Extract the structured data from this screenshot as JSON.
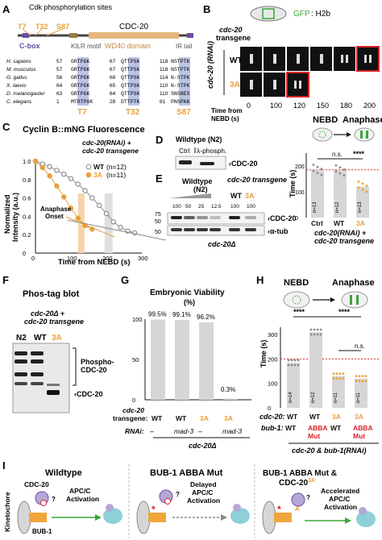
{
  "colors": {
    "orange": "#e8a03c",
    "gray": "#8c8c8c",
    "green": "#3aa63a",
    "red": "#d8232a",
    "purple": "#6a4fa3",
    "blue_box": "#9ea9d8"
  },
  "panelA": {
    "label": "A",
    "title": "Cdk phosphorylation sites",
    "sites": [
      "T7",
      "T32",
      "S87"
    ],
    "protein": "CDC-20",
    "domains": [
      "C-box",
      "KILR motif",
      "WD40 domain",
      "IR tail"
    ],
    "species": [
      "H. sapiens",
      "M. musculus",
      "G. gallus",
      "X. laevis",
      "D. melanogaster",
      "C. elegans"
    ],
    "align_T7": [
      [
        "57",
        "GRTPGK"
      ],
      [
        "57",
        "GRTPGK"
      ],
      [
        "56",
        "GRTPGK"
      ],
      [
        "64",
        "GRTPGK"
      ],
      [
        "63",
        "GRTPGK"
      ],
      [
        "1",
        "MTRTPGK"
      ]
    ],
    "align_T32": [
      [
        "67",
        "QTTPSK"
      ],
      [
        "67",
        "QTTPSK"
      ],
      [
        "68",
        "QTTPSK"
      ],
      [
        "65",
        "QTTPSK"
      ],
      [
        "64",
        "QTTPSK"
      ],
      [
        "28",
        "DTTPTK"
      ]
    ],
    "align_S87": [
      [
        "118",
        "NSTPTK"
      ],
      [
        "118",
        "NSTPTK"
      ],
      [
        "114",
        "N-STPK"
      ],
      [
        "110",
        "N-STPK"
      ],
      [
        "110",
        "SNSNES"
      ],
      [
        "81",
        "PNSPKK"
      ]
    ],
    "site_labels": [
      "T7",
      "T32",
      "S87"
    ]
  },
  "panelB": {
    "label": "B",
    "gfp": "GFP",
    "h2b": ": H2b",
    "transgene": "cdc-20",
    "transgene2": "transgene",
    "rnai": "cdc-20 (RNAi)",
    "row1": "WT",
    "row2": "3A",
    "xlabel": "Time from NEBD (s)",
    "times": [
      "0",
      "100",
      "120",
      "150",
      "180",
      "200"
    ]
  },
  "panelB2": {
    "nebd": "NEBD",
    "anaphase": "Anaphase",
    "ylabel": "Time (s)",
    "yticks": [
      "0",
      "100",
      "200"
    ],
    "ns": "n.s.",
    "stars": "****",
    "bars": [
      {
        "label": "Ctrl",
        "n": "n=13",
        "value": 185
      },
      {
        "label": "WT",
        "n": "n=12",
        "value": 183
      },
      {
        "label": "3A",
        "n": "n=13",
        "value": 120
      }
    ],
    "caption1": "cdc-20(RNAi) +",
    "caption2": "cdc-20 transgene"
  },
  "panelC": {
    "label": "C",
    "title": "Cyclin B::mNG Fluorescence",
    "sub1": "cdc-20(RNAi) +",
    "sub2": "cdc-20 transgene",
    "legend": [
      {
        "name": "WT",
        "n": "(n=12)"
      },
      {
        "name": "3A",
        "n": "(n=11)"
      }
    ],
    "ylabel1": "Normalized",
    "ylabel2": "Intensity (a.u.)",
    "xlabel": "Time from NEBD (s)",
    "annotation1": "Anaphase",
    "annotation2": "Onset",
    "xticks": [
      "0",
      "100",
      "200",
      "300"
    ],
    "yticks": [
      "0",
      "0.2",
      "0.4",
      "0.6",
      "0.8",
      "1.0"
    ]
  },
  "chart_data": {
    "type": "line",
    "title": "Cyclin B::mNG Fluorescence",
    "xlabel": "Time from NEBD (s)",
    "ylabel": "Normalized Intensity (a.u.)",
    "xlim": [
      0,
      300
    ],
    "ylim": [
      0,
      1.0
    ],
    "series": [
      {
        "name": "WT",
        "x": [
          0,
          20,
          40,
          60,
          80,
          100,
          120,
          140,
          160,
          180,
          200,
          220,
          240,
          260,
          280
        ],
        "values": [
          1.0,
          0.97,
          0.94,
          0.9,
          0.86,
          0.81,
          0.75,
          0.68,
          0.6,
          0.52,
          0.43,
          0.34,
          0.28,
          0.24,
          0.22
        ]
      },
      {
        "name": "3A",
        "x": [
          0,
          20,
          40,
          60,
          80,
          100,
          120,
          140,
          160
        ],
        "values": [
          1.0,
          0.93,
          0.84,
          0.73,
          0.61,
          0.49,
          0.38,
          0.3,
          0.26
        ]
      }
    ]
  },
  "panelD": {
    "label": "D",
    "title": "Wildtype (N2)",
    "lanes": [
      "Ctrl",
      "λ-phosph."
    ],
    "band": "CDC-20"
  },
  "panelE": {
    "label": "E",
    "wt": "Wildtype",
    "n2": "(N2)",
    "transgene": "cdc-20 transgene",
    "cols": [
      "WT",
      "3A"
    ],
    "dilutions": [
      "100",
      "50",
      "25",
      "12.5",
      "100",
      "100"
    ],
    "markers": [
      "75",
      "50",
      "50"
    ],
    "bands": [
      "CDC-20",
      "α-tub"
    ],
    "strain": "cdc-20Δ"
  },
  "panelF": {
    "label": "F",
    "title": "Phos-tag blot",
    "sub1": "cdc-20Δ +",
    "sub2": "cdc-20 transgene",
    "lanes": [
      "N2",
      "WT",
      "3A"
    ],
    "phospho": "Phospho-",
    "phospho2": "CDC-20",
    "band": "CDC-20"
  },
  "panelG": {
    "label": "G",
    "title": "Embryonic Viability",
    "unit": "(%)",
    "yticks": [
      "0",
      "50",
      "100"
    ],
    "values": [
      "99.5%",
      "99.1%",
      "96.2%",
      "0.3%"
    ],
    "viability": [
      99.5,
      99.1,
      96.2,
      0.3
    ],
    "transgene_label": "cdc-20",
    "transgene_label2": "transgene:",
    "transgene": [
      "WT",
      "WT",
      "3A",
      "3A"
    ],
    "rnai_label": "RNAi:",
    "rnai": [
      "–",
      "mad-3",
      "–",
      "mad-3"
    ],
    "strain": "cdc-20Δ"
  },
  "panelH": {
    "label": "H",
    "nebd": "NEBD",
    "anaphase": "Anaphase",
    "ylabel": "Time (s)",
    "yticks": [
      "0",
      "100",
      "200",
      "300"
    ],
    "stars1": "****",
    "stars2": "****",
    "ns": "n.s.",
    "cdc20_label": "cdc-20:",
    "bub1_label": "bub-1:",
    "cdc20": [
      "WT",
      "WT",
      "3A",
      "3A"
    ],
    "bub1": [
      "WT",
      "ABBA Mut",
      "WT",
      "ABBA Mut"
    ],
    "ns_list": [
      "n=14",
      "n=12",
      "n=11",
      "n=11"
    ],
    "means": [
      185,
      310,
      130,
      120
    ],
    "caption": "cdc-20 & bub-1(RNAi)"
  },
  "panelI": {
    "label": "I",
    "kinetochore": "Kinetochore",
    "col1": "Wildtype",
    "col2": "BUB-1 ABBA Mut",
    "col3a": "BUB-1 ABBA Mut &",
    "col3b": "CDC-20",
    "col3sup": "3A",
    "cdc20": "CDC-20",
    "bub1": "BUB-1",
    "act1a": "APC/C",
    "act1b": "Activation",
    "act2a": "Delayed",
    "act2b": "APC/C",
    "act2c": "Activation",
    "act3a": "Accelerated",
    "act3b": "APC/C",
    "act3c": "Activation",
    "q": "?"
  }
}
